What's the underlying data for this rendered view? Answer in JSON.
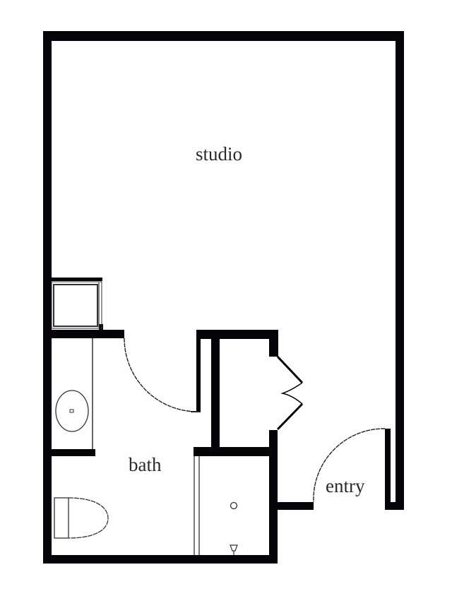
{
  "floorplan": {
    "colors": {
      "wall": "#050308",
      "fixture_line": "#333333",
      "background": "#fefefe",
      "label": "#2a2a2a"
    },
    "rooms": [
      {
        "id": "studio",
        "label": "studio"
      },
      {
        "id": "bath",
        "label": "bath"
      },
      {
        "id": "entry",
        "label": "entry"
      }
    ],
    "fixtures": [
      "closet-shelf-icon",
      "sink-icon",
      "toilet-icon",
      "shower-icon",
      "bifold-door-icon",
      "swing-door-icon"
    ]
  }
}
